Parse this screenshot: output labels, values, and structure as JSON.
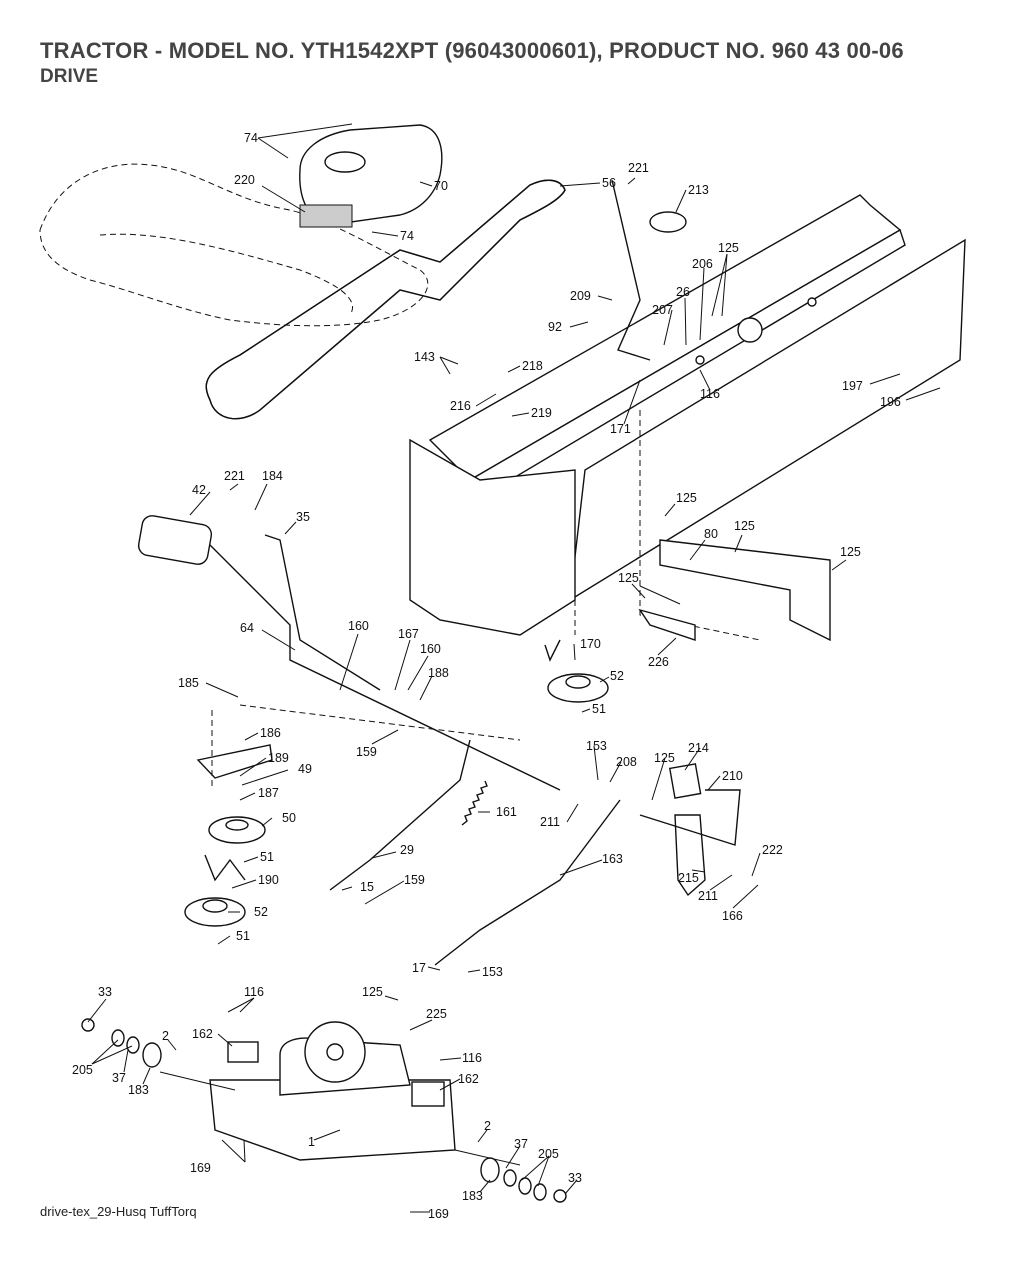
{
  "header": {
    "title": "TRACTOR - MODEL NO. YTH1542XPT (96043000601), PRODUCT NO. 960 43 00-06",
    "subtitle": "DRIVE"
  },
  "footer": {
    "note": "drive-tex_29-Husq TuffTorq"
  },
  "callouts": [
    {
      "id": "c74a",
      "text": "74"
    },
    {
      "id": "c220",
      "text": "220"
    },
    {
      "id": "c70",
      "text": "70"
    },
    {
      "id": "c74b",
      "text": "74"
    },
    {
      "id": "c56",
      "text": "56"
    },
    {
      "id": "c221a",
      "text": "221"
    },
    {
      "id": "c213",
      "text": "213"
    },
    {
      "id": "c125a",
      "text": "125"
    },
    {
      "id": "c206",
      "text": "206"
    },
    {
      "id": "c209",
      "text": "209"
    },
    {
      "id": "c26",
      "text": "26"
    },
    {
      "id": "c92",
      "text": "92"
    },
    {
      "id": "c207",
      "text": "207"
    },
    {
      "id": "c143",
      "text": "143"
    },
    {
      "id": "c218",
      "text": "218"
    },
    {
      "id": "c216",
      "text": "216"
    },
    {
      "id": "c219",
      "text": "219"
    },
    {
      "id": "c116a",
      "text": "116"
    },
    {
      "id": "c171",
      "text": "171"
    },
    {
      "id": "c197",
      "text": "197"
    },
    {
      "id": "c196",
      "text": "196"
    },
    {
      "id": "c221b",
      "text": "221"
    },
    {
      "id": "c184",
      "text": "184"
    },
    {
      "id": "c42",
      "text": "42"
    },
    {
      "id": "c35",
      "text": "35"
    },
    {
      "id": "c125b",
      "text": "125"
    },
    {
      "id": "c80",
      "text": "80"
    },
    {
      "id": "c125c",
      "text": "125"
    },
    {
      "id": "c125d",
      "text": "125"
    },
    {
      "id": "c125e",
      "text": "125"
    },
    {
      "id": "c226",
      "text": "226"
    },
    {
      "id": "c64",
      "text": "64"
    },
    {
      "id": "c160a",
      "text": "160"
    },
    {
      "id": "c167",
      "text": "167"
    },
    {
      "id": "c160b",
      "text": "160"
    },
    {
      "id": "c170",
      "text": "170"
    },
    {
      "id": "c52a",
      "text": "52"
    },
    {
      "id": "c51a",
      "text": "51"
    },
    {
      "id": "c185",
      "text": "185"
    },
    {
      "id": "c188",
      "text": "188"
    },
    {
      "id": "c186",
      "text": "186"
    },
    {
      "id": "c189",
      "text": "189"
    },
    {
      "id": "c49",
      "text": "49"
    },
    {
      "id": "c159a",
      "text": "159"
    },
    {
      "id": "c153a",
      "text": "153"
    },
    {
      "id": "c208",
      "text": "208"
    },
    {
      "id": "c125f",
      "text": "125"
    },
    {
      "id": "c214",
      "text": "214"
    },
    {
      "id": "c210",
      "text": "210"
    },
    {
      "id": "c187",
      "text": "187"
    },
    {
      "id": "c50",
      "text": "50"
    },
    {
      "id": "c161",
      "text": "161"
    },
    {
      "id": "c211a",
      "text": "211"
    },
    {
      "id": "c163",
      "text": "163"
    },
    {
      "id": "c29",
      "text": "29"
    },
    {
      "id": "c51b",
      "text": "51"
    },
    {
      "id": "c190",
      "text": "190"
    },
    {
      "id": "c15",
      "text": "15"
    },
    {
      "id": "c159b",
      "text": "159"
    },
    {
      "id": "c215",
      "text": "215"
    },
    {
      "id": "c222",
      "text": "222"
    },
    {
      "id": "c211b",
      "text": "211"
    },
    {
      "id": "c166",
      "text": "166"
    },
    {
      "id": "c52b",
      "text": "52"
    },
    {
      "id": "c51c",
      "text": "51"
    },
    {
      "id": "c17",
      "text": "17"
    },
    {
      "id": "c153b",
      "text": "153"
    },
    {
      "id": "c33a",
      "text": "33"
    },
    {
      "id": "c116b",
      "text": "116"
    },
    {
      "id": "c125g",
      "text": "125"
    },
    {
      "id": "c225",
      "text": "225"
    },
    {
      "id": "c2a",
      "text": "2"
    },
    {
      "id": "c162a",
      "text": "162"
    },
    {
      "id": "c116c",
      "text": "116"
    },
    {
      "id": "c205a",
      "text": "205"
    },
    {
      "id": "c37a",
      "text": "37"
    },
    {
      "id": "c183a",
      "text": "183"
    },
    {
      "id": "c162b",
      "text": "162"
    },
    {
      "id": "c1",
      "text": "1"
    },
    {
      "id": "c2b",
      "text": "2"
    },
    {
      "id": "c37b",
      "text": "37"
    },
    {
      "id": "c205b",
      "text": "205"
    },
    {
      "id": "c169a",
      "text": "169"
    },
    {
      "id": "c33b",
      "text": "33"
    },
    {
      "id": "c183b",
      "text": "183"
    },
    {
      "id": "c169b",
      "text": "169"
    }
  ]
}
